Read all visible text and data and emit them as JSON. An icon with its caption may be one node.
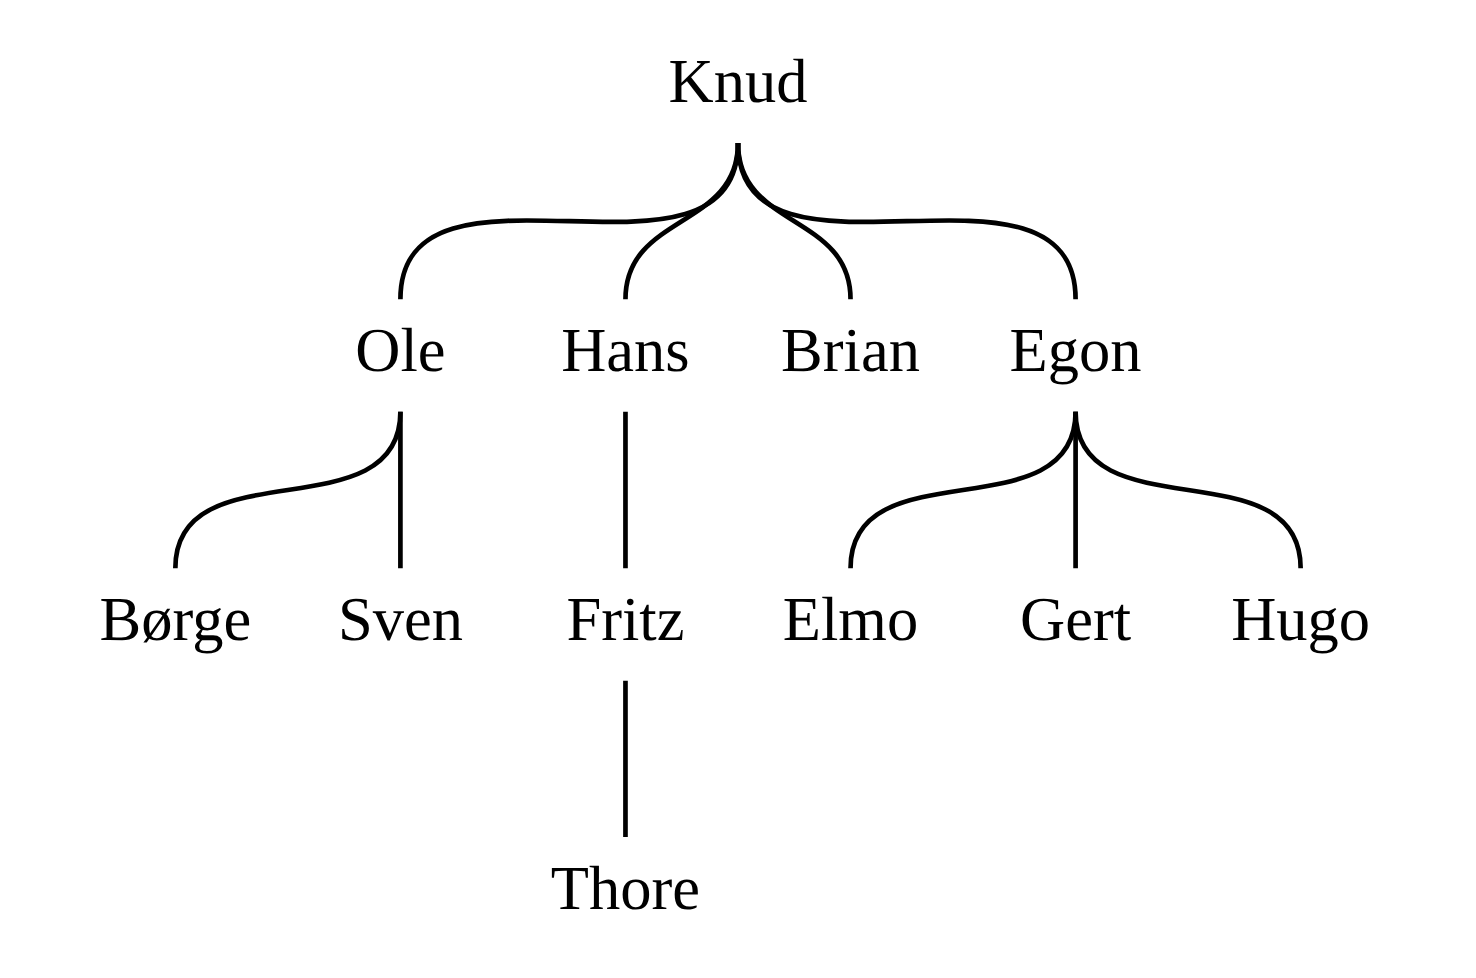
{
  "diagram": {
    "nodes": [
      {
        "text": [
          "Knud"
        ]
      },
      {
        "text": [
          "Ole"
        ]
      },
      {
        "text": [
          "Hans"
        ]
      },
      {
        "text": [
          "Brian"
        ]
      },
      {
        "text": [
          "Egon"
        ]
      },
      {
        "text": [
          "Børge"
        ]
      },
      {
        "text": [
          "Sven"
        ]
      },
      {
        "text": [
          "Fritz"
        ]
      },
      {
        "text": [
          "Elmo"
        ]
      },
      {
        "text": [
          "Gert"
        ]
      },
      {
        "text": [
          "Hugo"
        ]
      },
      {
        "text": [
          "Thore"
        ]
      }
    ],
    "edges": [
      {
        "from": 0,
        "to": 1,
        "arrow": "none"
      },
      {
        "from": 0,
        "to": 2,
        "arrow": "none"
      },
      {
        "from": 0,
        "to": 3,
        "arrow": "none"
      },
      {
        "from": 0,
        "to": 4,
        "arrow": "none"
      },
      {
        "from": 1,
        "to": 5,
        "arrow": "none"
      },
      {
        "from": 1,
        "to": 6,
        "arrow": "none"
      },
      {
        "from": 2,
        "to": 7,
        "arrow": "none"
      },
      {
        "from": 4,
        "to": 8,
        "arrow": "none"
      },
      {
        "from": 4,
        "to": 9,
        "arrow": "none"
      },
      {
        "from": 4,
        "to": 10,
        "arrow": "none"
      },
      {
        "from": 7,
        "to": 11,
        "arrow": "none"
      }
    ]
  }
}
